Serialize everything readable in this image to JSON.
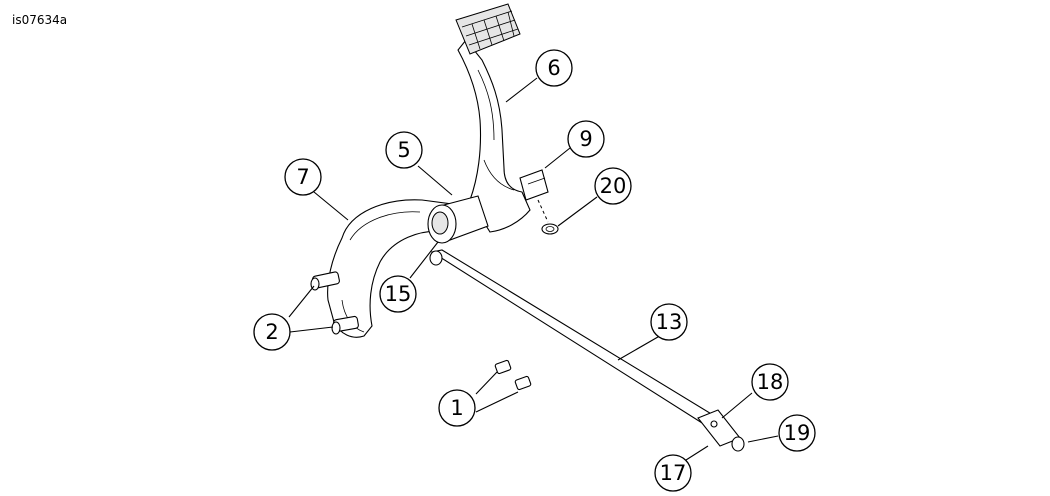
{
  "figure_id": "is07634a",
  "callouts": [
    {
      "label": "1"
    },
    {
      "label": "2"
    },
    {
      "label": "5"
    },
    {
      "label": "6"
    },
    {
      "label": "7"
    },
    {
      "label": "9"
    },
    {
      "label": "13"
    },
    {
      "label": "15"
    },
    {
      "label": "17"
    },
    {
      "label": "18"
    },
    {
      "label": "19"
    },
    {
      "label": "20"
    }
  ]
}
